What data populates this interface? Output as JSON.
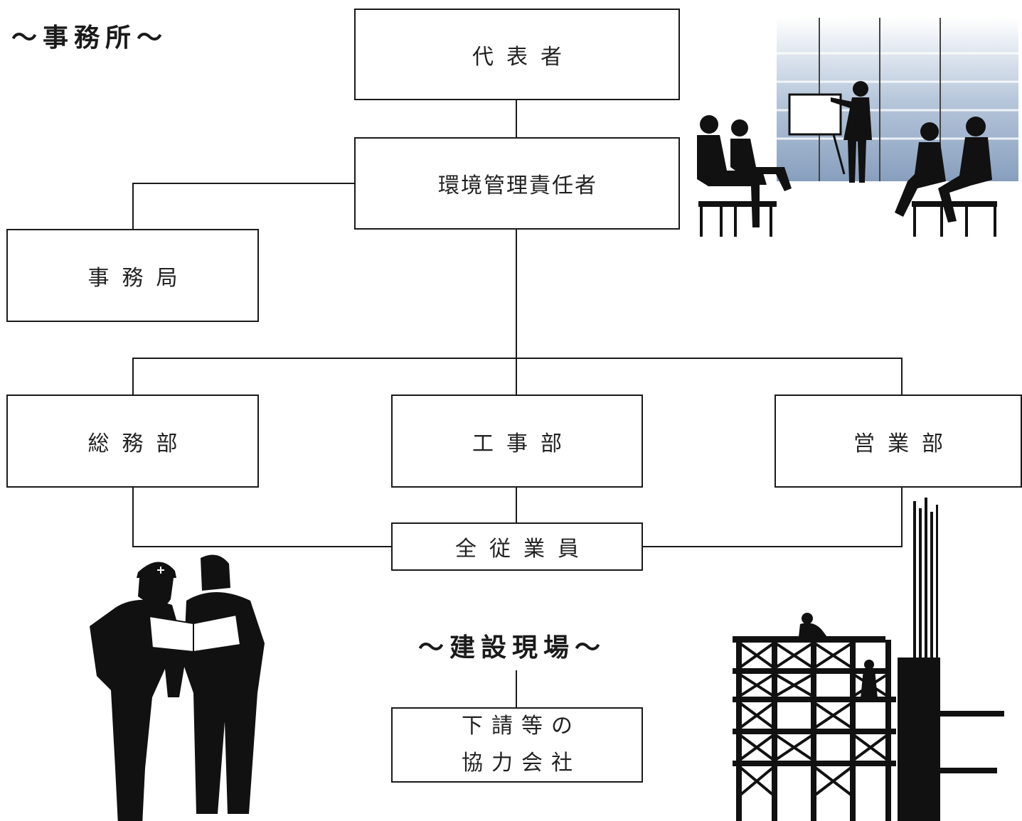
{
  "titles": {
    "office": "～事務所～",
    "site": "～建設現場～"
  },
  "nodes": {
    "representative": "代表者",
    "env_manager": "環境管理責任者",
    "secretariat": "事務局",
    "general_affairs": "総務部",
    "construction": "工事部",
    "sales": "営業部",
    "all_employees": "全従業員",
    "subcontractors_line1": "下請等の",
    "subcontractors_line2": "協力会社"
  },
  "illustrations": {
    "meeting": "meeting-silhouette",
    "workers": "construction-workers-silhouette",
    "scaffolding": "scaffolding-silhouette"
  },
  "colors": {
    "line": "#1a1a1a",
    "silhouette": "#111111",
    "window_blue": "#5f7fa8"
  }
}
